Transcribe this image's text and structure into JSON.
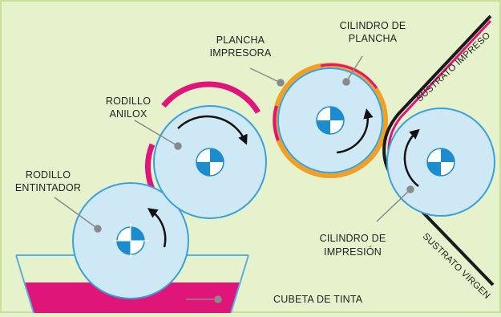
{
  "diagram": {
    "labels": {
      "rodillo_entintador": [
        "RODILLO",
        "ENTINTADOR"
      ],
      "rodillo_anilox": [
        "RODILLO",
        "ANILOX"
      ],
      "plancha_impresora": [
        "PLANCHA",
        "IMPRESORA"
      ],
      "cilindro_de_plancha": [
        "CILINDRO DE",
        "PLANCHA"
      ],
      "cilindro_de_impresion": [
        "CILINDRO DE",
        "IMPRESIÓN"
      ],
      "cubeta_de_tinta": "CUBETA DE TINTA",
      "sustrato_impreso": "SUSTRATO IMPRESO",
      "sustrato_virgen": "SUSTRATO VIRGEN"
    },
    "colors": {
      "background": "#e6f2cc",
      "frame": "#c8e09a",
      "cylinder_fill": "#cfe8f6",
      "cylinder_stroke": "#3aa0dd",
      "ink_magenta": "#e0157a",
      "plate_orange": "#f2a024",
      "substrate_black": "#1a1a1a",
      "marker_blue": "#1c8ccf",
      "leader_gray": "#8a8a8a"
    },
    "icons": [
      "rotation-arrow-icon",
      "axis-marker-icon"
    ]
  }
}
